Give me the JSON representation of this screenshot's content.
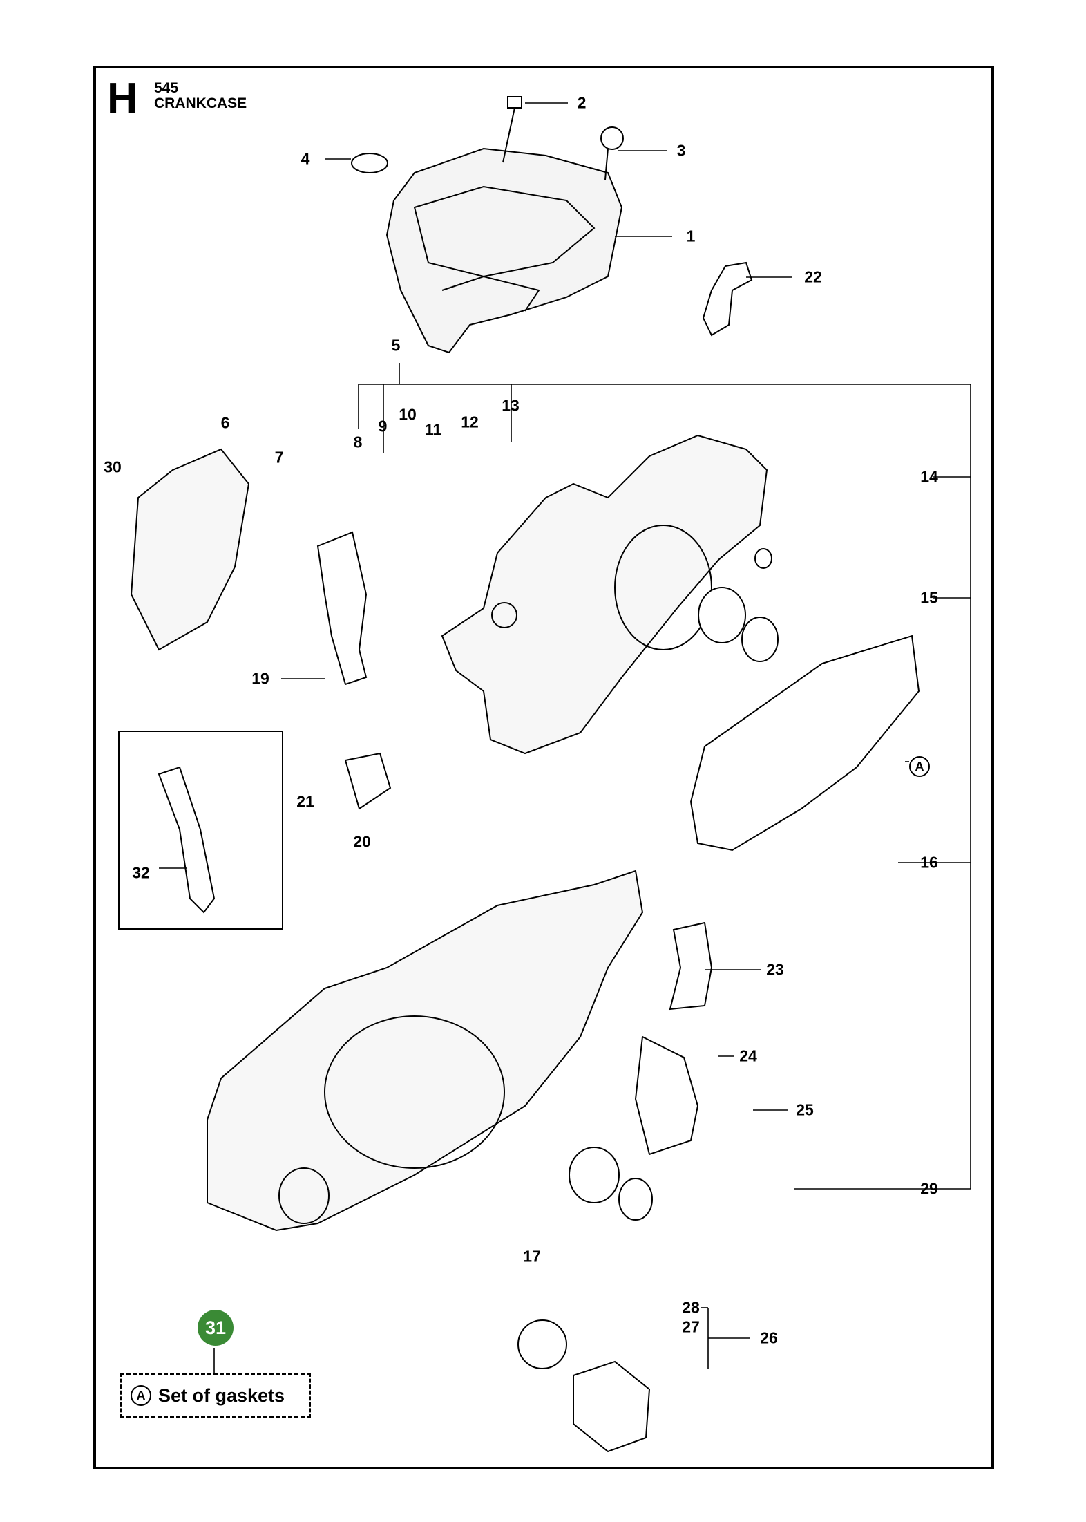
{
  "section": {
    "letter": "H",
    "model": "545",
    "title": "CRANKCASE"
  },
  "callouts": [
    "1",
    "2",
    "3",
    "4",
    "5",
    "6",
    "7",
    "8",
    "9",
    "10",
    "11",
    "12",
    "13",
    "14",
    "15",
    "16",
    "17",
    "19",
    "20",
    "21",
    "22",
    "23",
    "24",
    "25",
    "26",
    "27",
    "28",
    "29",
    "30",
    "32"
  ],
  "kit": {
    "number": "31",
    "marker": "A",
    "label": "Set of gaskets",
    "color": "#3a8a35"
  },
  "gasket_marker": "A"
}
